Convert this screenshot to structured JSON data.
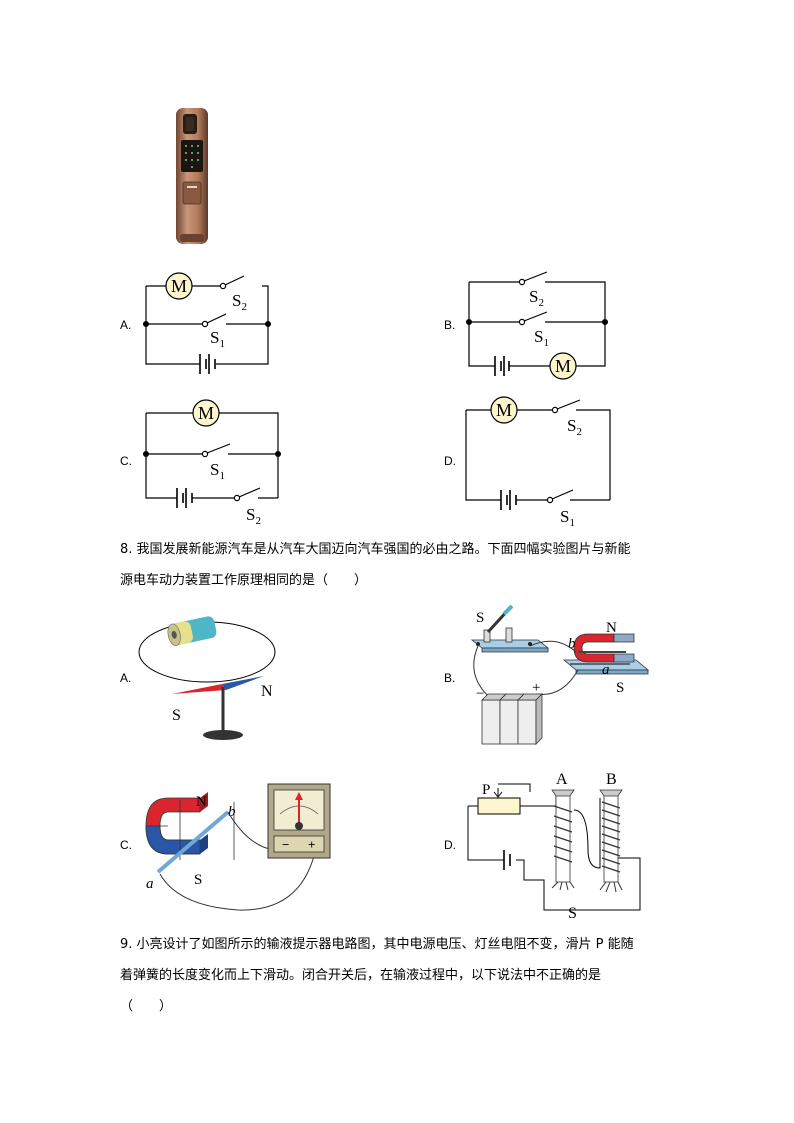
{
  "circuit_labels": {
    "motor": "M",
    "s1": "S",
    "s2": "S",
    "sub1": "1",
    "sub2": "2"
  },
  "q7_options": [
    "A.",
    "B.",
    "C.",
    "D."
  ],
  "q8": {
    "line1": "8. 我国发展新能源汽车是从汽车大国迈向汽车强国的必由之路。下面四幅实验图片与新能",
    "line2": "源电车动力装置工作原理相同的是（　　）",
    "options": [
      "A.",
      "B.",
      "C.",
      "D."
    ],
    "figA": {
      "n": "N",
      "s": "S"
    },
    "figB": {
      "s_switch": "S",
      "b": "b",
      "a": "a",
      "n": "N",
      "s": "S",
      "minus": "−",
      "plus": "+"
    },
    "figC": {
      "n": "N",
      "b": "b",
      "a": "a",
      "s": "S"
    },
    "figD": {
      "p": "P",
      "a": "A",
      "b": "B",
      "s": "S"
    }
  },
  "q9": {
    "line1": "9. 小亮设计了如图所示的输液提示器电路图，其中电源电压、灯丝电阻不变，滑片 P 能随",
    "line2": "着弹簧的长度变化而上下滑动。闭合开关后，在输液过程中，以下说法中不正确的是",
    "line3": "（　　）"
  },
  "colors": {
    "lock_body": "#b07a5a",
    "motor_fill": "#fdf5cc",
    "magnet_red": "#d9262e",
    "magnet_blue": "#2a56a8",
    "tray_blue": "#a9cfe8"
  }
}
